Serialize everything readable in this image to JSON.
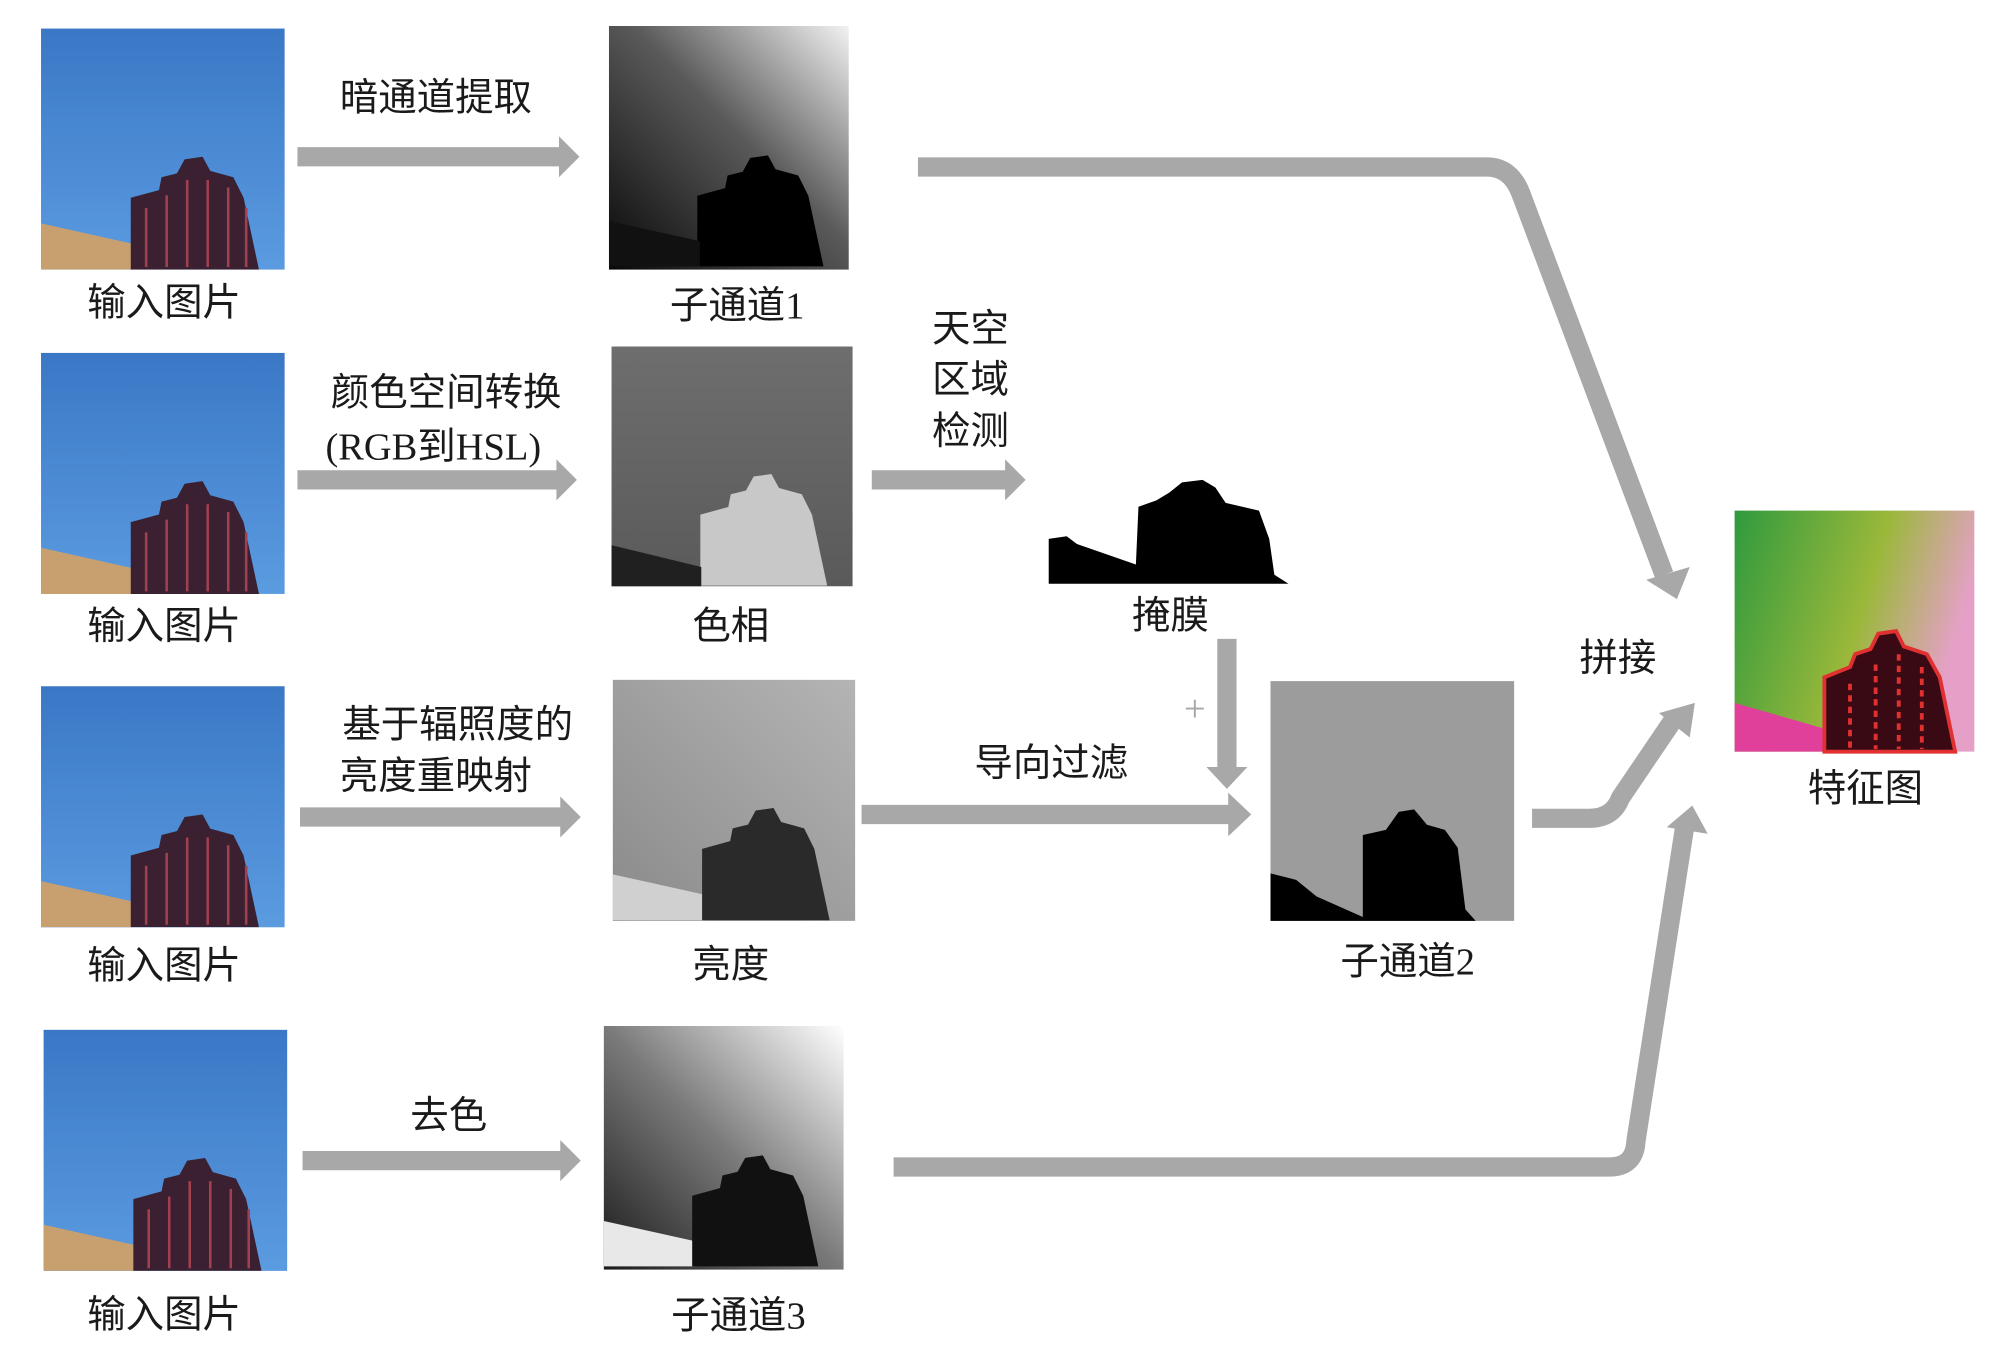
{
  "rows": [
    {
      "input_label": "输入图片",
      "op_lines": [
        "暗通道提取"
      ],
      "output_label": "子通道1"
    },
    {
      "input_label": "输入图片",
      "op_lines": [
        "颜色空间转换",
        "(RGB到HSL)"
      ],
      "output_label": "色相"
    },
    {
      "input_label": "输入图片",
      "op_lines": [
        "基于辐照度的",
        "亮度重映射"
      ],
      "output_label": "亮度"
    },
    {
      "input_label": "输入图片",
      "op_lines": [
        "去色"
      ],
      "output_label": "子通道3"
    }
  ],
  "sky_detection": {
    "lines": [
      "天空",
      "区域",
      "检测"
    ],
    "mask_label": "掩膜",
    "plus_sign": "+"
  },
  "guided_filter": {
    "label": "导向过滤",
    "output_label": "子通道2"
  },
  "concat": {
    "label": "拼接",
    "output_label": "特征图"
  },
  "colors": {
    "arrow": "#a8a8a8",
    "sky": "#3d7fc9",
    "feature_green": "#2f9a3e",
    "feature_pink": "#e0409a"
  }
}
